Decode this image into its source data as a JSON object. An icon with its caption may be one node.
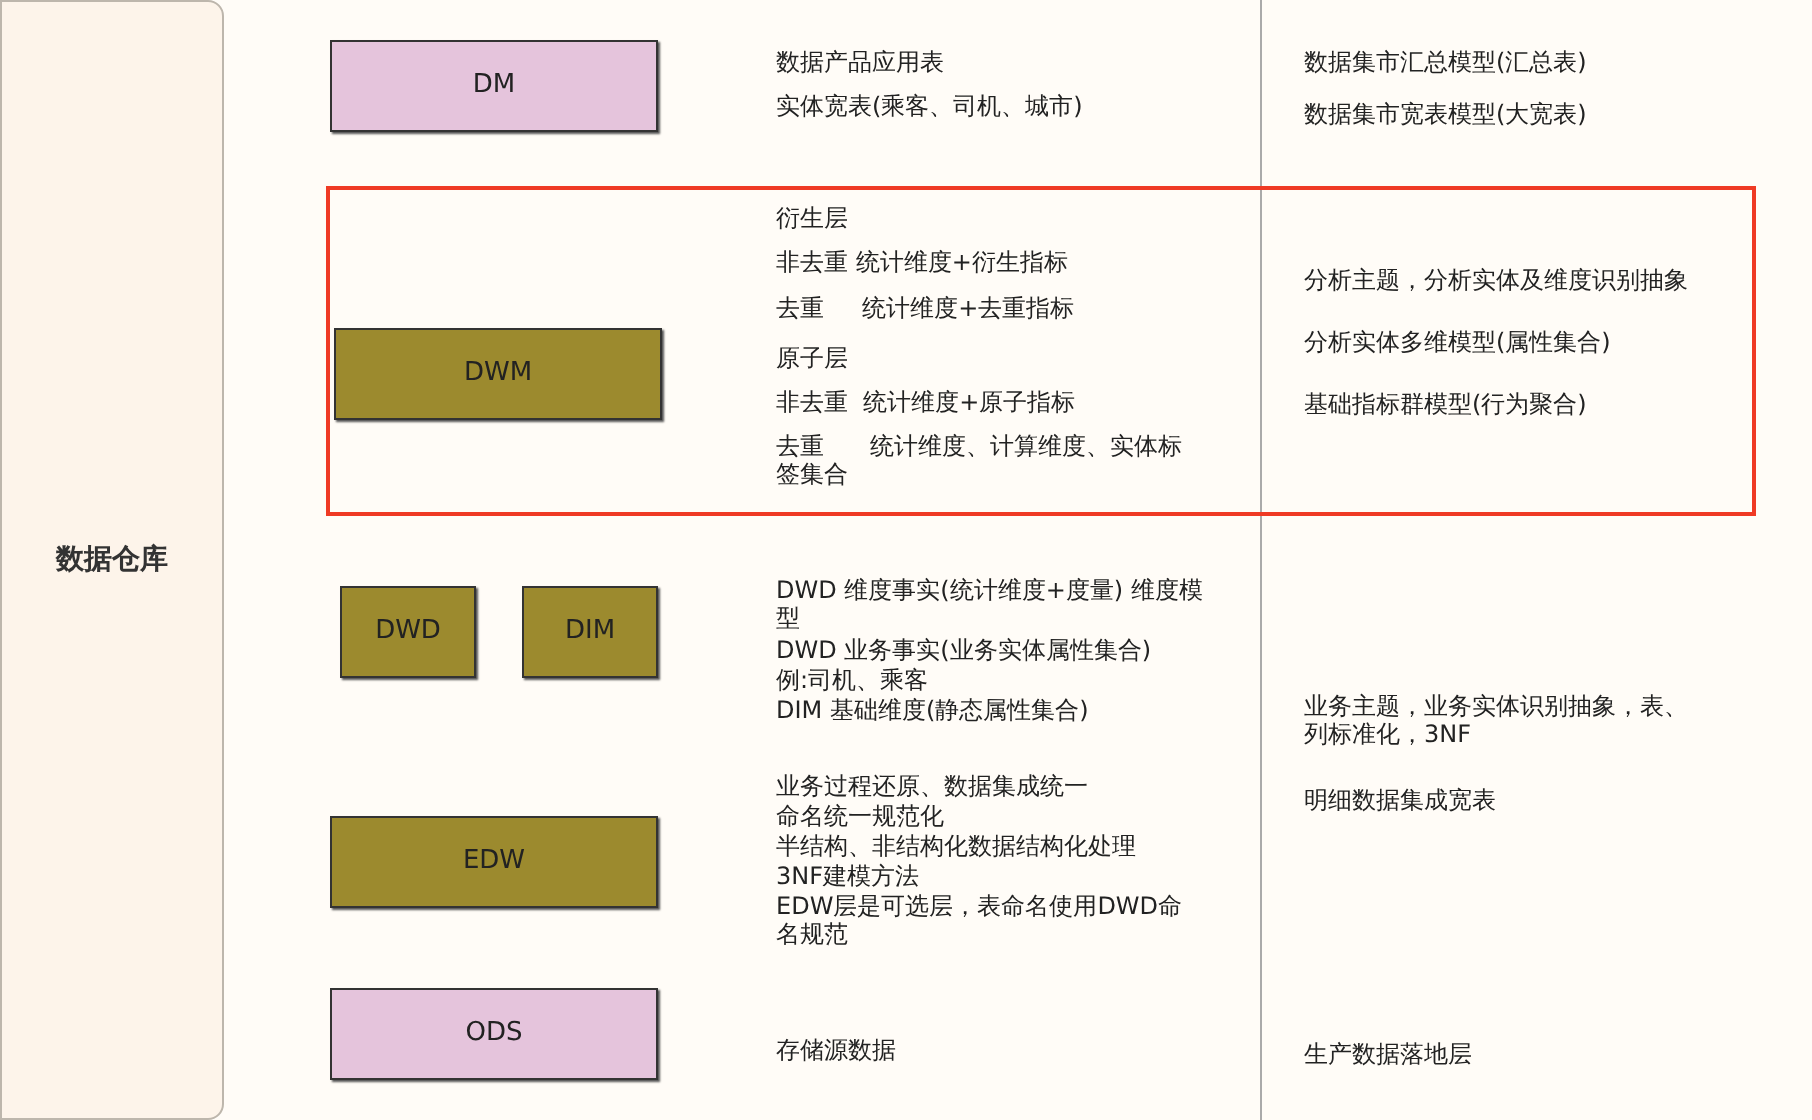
{
  "diagram": {
    "nodes": [
      {
        "text": [
          "数据仓库"
        ]
      },
      {
        "text": [
          "DM"
        ]
      },
      {
        "text": [],
        "shape": "box"
      },
      {
        "text": [
          "DWM"
        ],
        "in": 2
      },
      {
        "text": [
          "DWD"
        ]
      },
      {
        "text": [
          "DIM"
        ]
      },
      {
        "text": [
          "EDW"
        ]
      },
      {
        "text": [
          "ODS"
        ]
      }
    ],
    "edges": [],
    "labels": [
      "数据产品应用表",
      "实体宽表(乘客、司机、城市)",
      "数据集市汇总模型(汇总表)",
      "数据集市宽表模型(大宽表)",
      "衍生层",
      "非去重 统计维度+衍生指标",
      "去重     统计维度+去重指标",
      "分析主题，分析实体及维度识别抽象",
      "分析实体多维模型(属性集合)",
      "基础指标群模型(行为聚合)",
      "原子层",
      "非去重  统计维度+原子指标",
      "去重      统计维度、计算维度、实体标签集合",
      "DWD 维度事实(统计维度+度量) 维度模型",
      "DWD 业务事实(业务实体属性集合)",
      "例:司机、乘客",
      "DIM 基础维度(静态属性集合)",
      "业务主题，业务实体识别抽象，表、列标准化，3NF",
      "业务过程还原、数据集成统一",
      "命名统一规范化",
      "明细数据集成宽表",
      "半结构、非结构化数据结构化处理",
      "3NF建模方法",
      "EDW层是可选层，表命名使用DWD命名规范",
      "存储源数据",
      "生产数据落地层"
    ]
  }
}
